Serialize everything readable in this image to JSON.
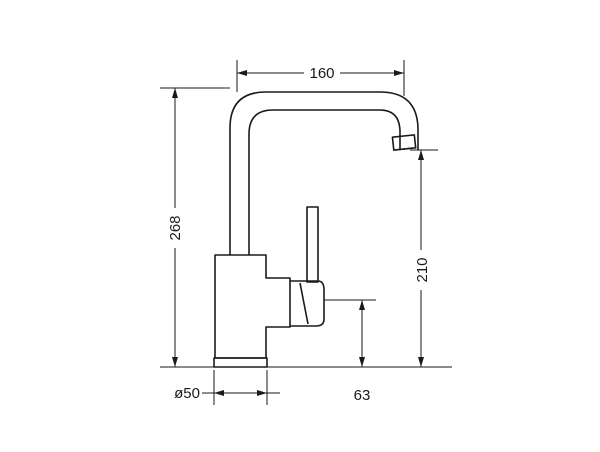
{
  "drawing": {
    "dimensions": {
      "spout_reach": "160",
      "overall_height": "268",
      "spout_height": "210",
      "base_diameter": "ø50",
      "lever_height": "63"
    }
  }
}
